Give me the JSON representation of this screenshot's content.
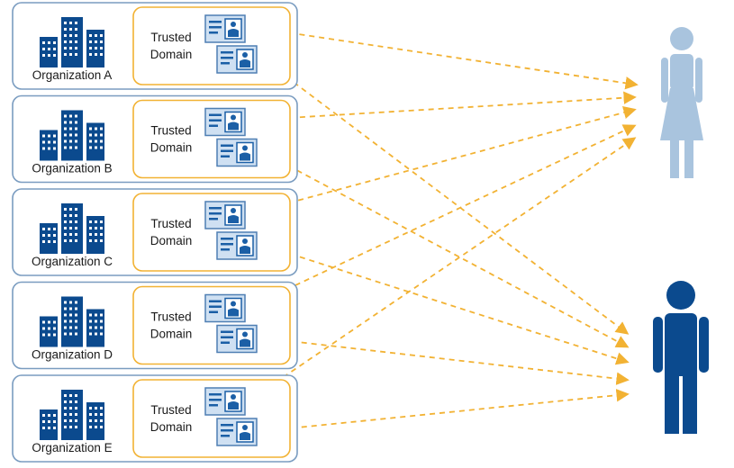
{
  "organizations": [
    {
      "name": "Organization A",
      "domain_line1": "Trusted",
      "domain_line2": "Domain"
    },
    {
      "name": "Organization B",
      "domain_line1": "Trusted",
      "domain_line2": "Domain"
    },
    {
      "name": "Organization C",
      "domain_line1": "Trusted",
      "domain_line2": "Domain"
    },
    {
      "name": "Organization D",
      "domain_line1": "Trusted",
      "domain_line2": "Domain"
    },
    {
      "name": "Organization E",
      "domain_line1": "Trusted",
      "domain_line2": "Domain"
    }
  ],
  "people": [
    {
      "icon": "woman-icon",
      "color": "#a9c4de"
    },
    {
      "icon": "man-icon",
      "color": "#0b4a8e"
    }
  ],
  "colors": {
    "org_border": "#7a9cc0",
    "domain_border": "#f2b233",
    "building": "#0b4a8e",
    "id_card_fill": "#cfe0f2",
    "id_card_border": "#4f7fb3",
    "arrow": "#f2b233"
  }
}
